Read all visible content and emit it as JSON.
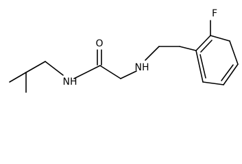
{
  "molecule": {
    "atoms": {
      "fluorine": "F",
      "carbonyl_oxygen": "O",
      "amide_nitrogen": "NH",
      "amine_nitrogen": "NH"
    }
  },
  "colors": {
    "bond": "#000000",
    "label": "#000000",
    "background": "#ffffff"
  }
}
